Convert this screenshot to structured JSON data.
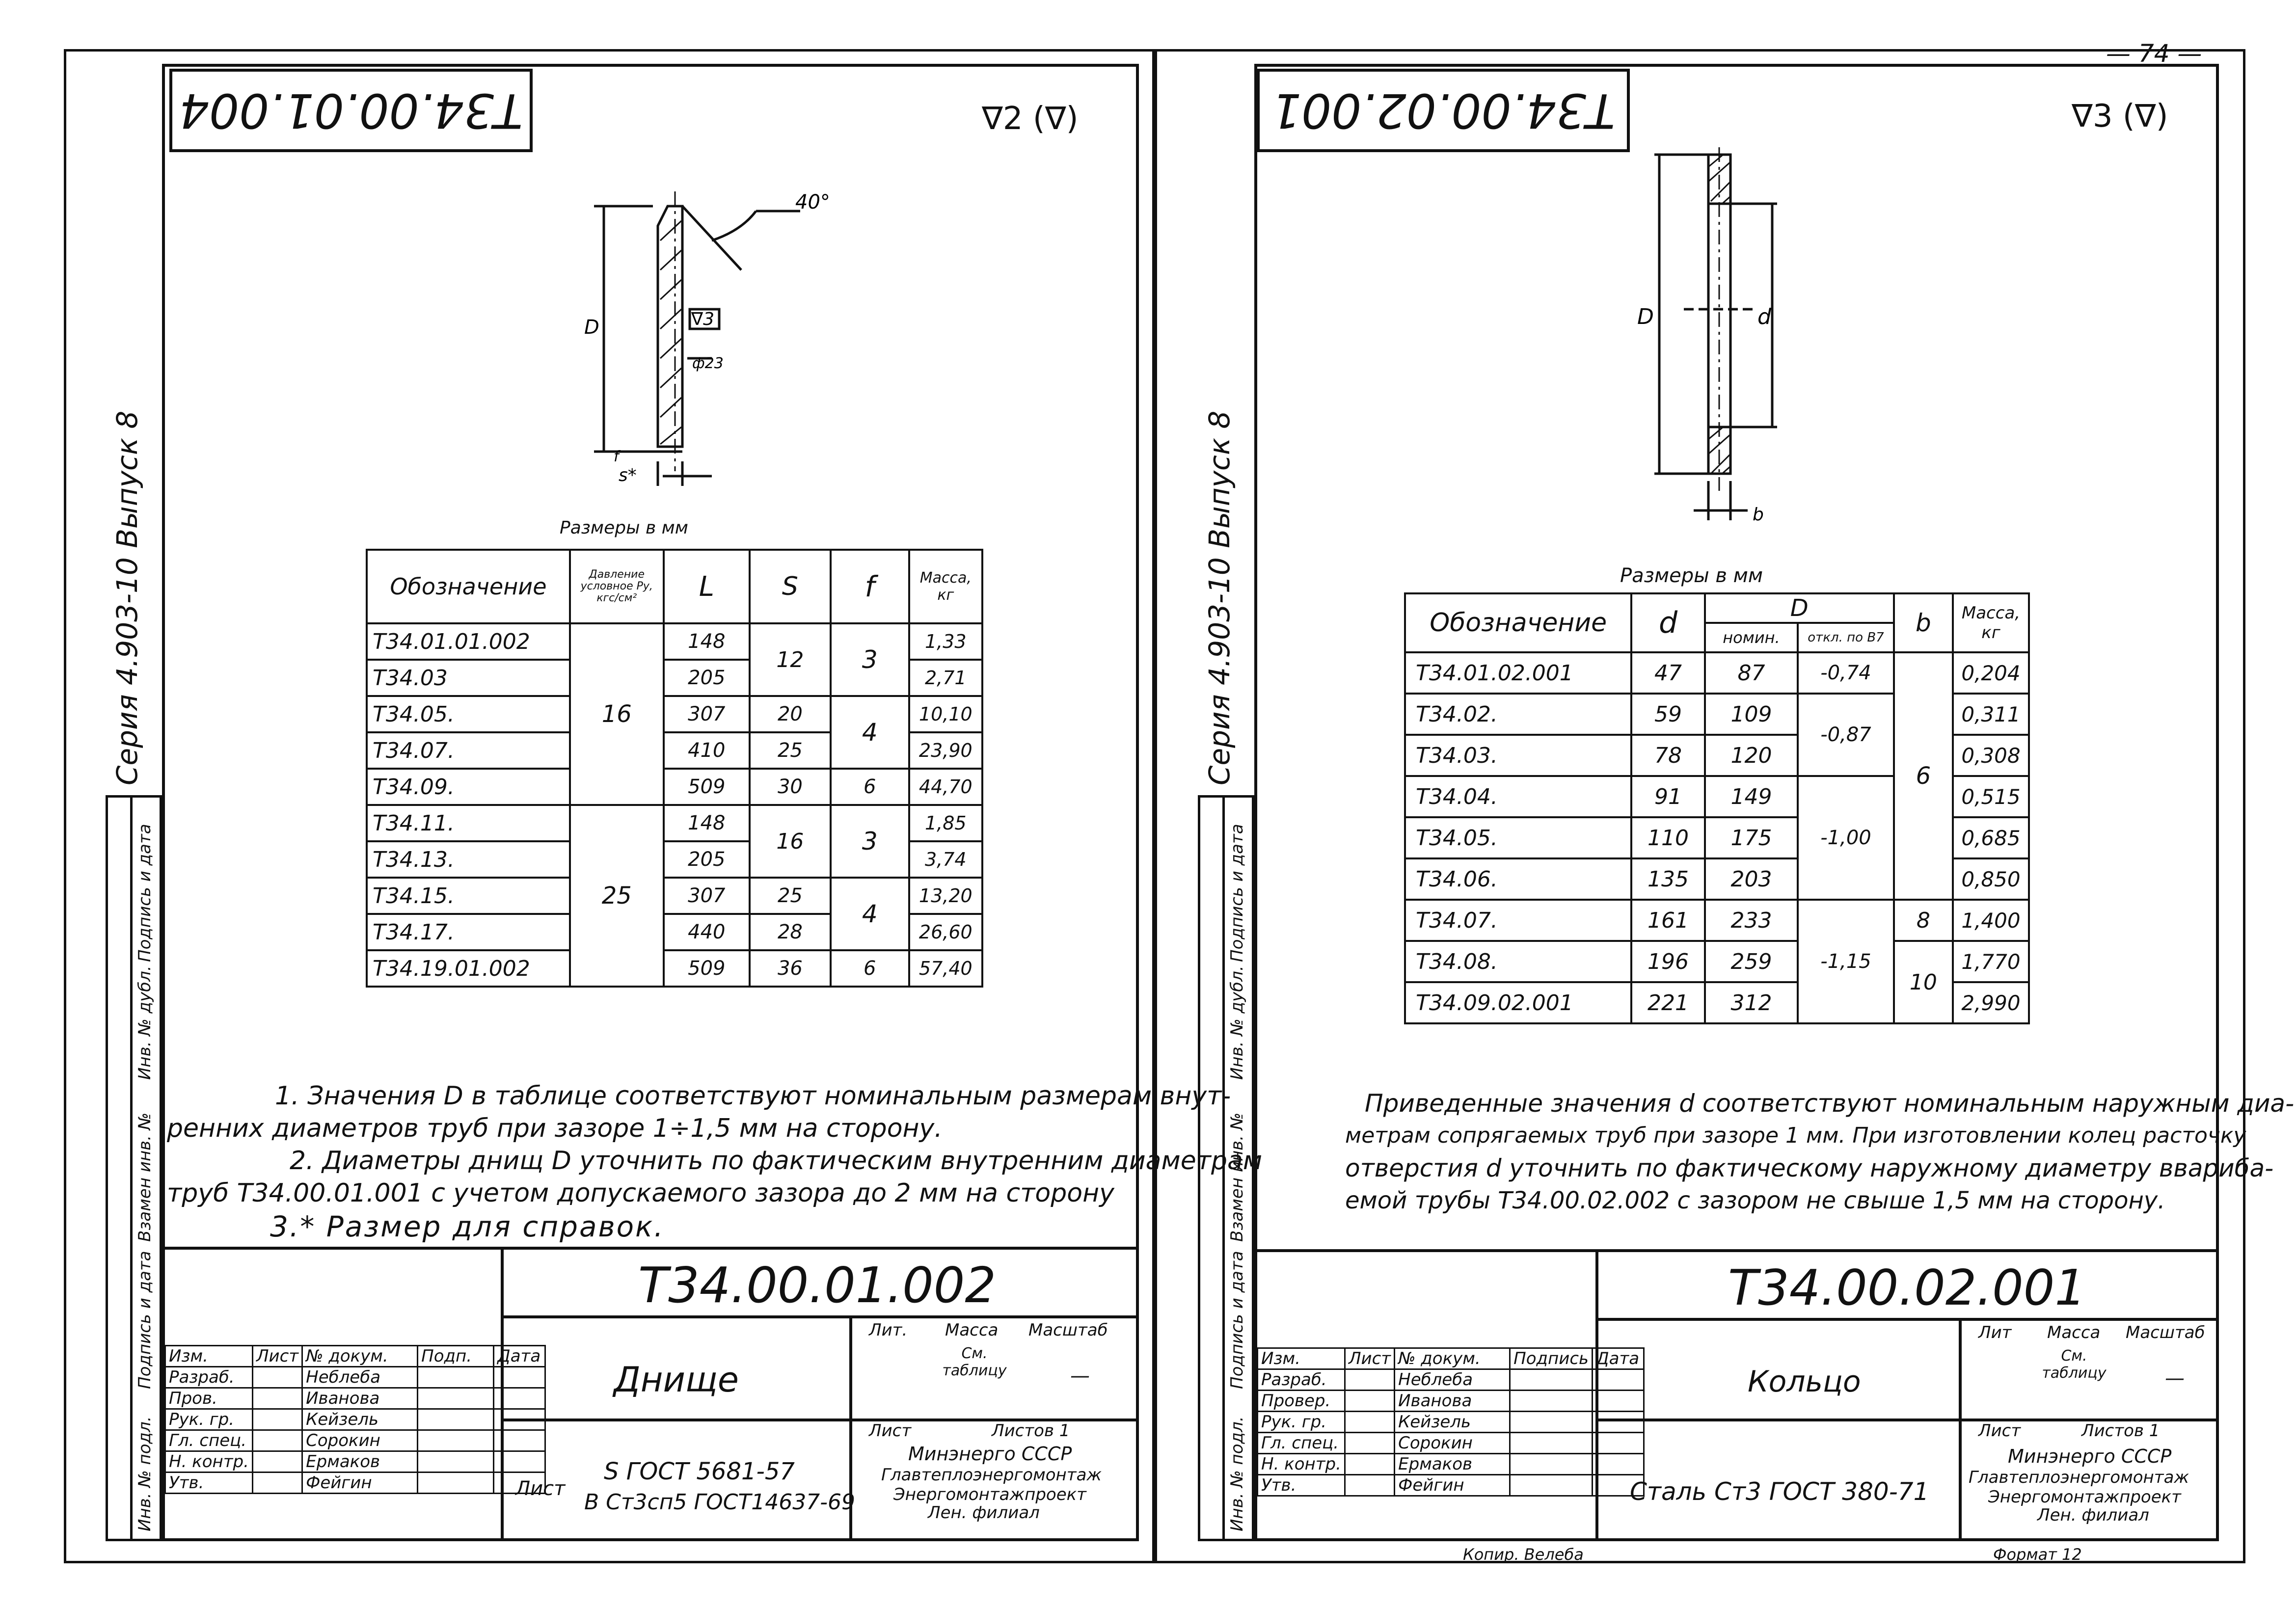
{
  "page_number": "— 74 —",
  "left": {
    "stamp_code": "Т34.00.01.004",
    "roughness": "∇2 (∇)",
    "drawing": {
      "angle": "40°",
      "dim_D": "D",
      "finish": "∇3",
      "bevel": "ф23",
      "dim_s": "s*",
      "dim_f": "f"
    },
    "sizes_label": "Размеры в мм",
    "series": "Серия 4.903-10   Выпуск 8",
    "table": {
      "headers": [
        "Обозначение",
        "Давление условное Ру, кгс/см²",
        "L",
        "S",
        "f",
        "Масса, кг"
      ],
      "rows": [
        [
          "Т34.01.01.002",
          "148",
          "1,33"
        ],
        [
          "Т34.03",
          "205",
          "2,71"
        ],
        [
          "Т34.05.",
          "307",
          "10,10"
        ],
        [
          "Т34.07.",
          "410",
          "23,90"
        ],
        [
          "Т34.09.",
          "509",
          "44,70"
        ],
        [
          "Т34.11.",
          "148",
          "1,85"
        ],
        [
          "Т34.13.",
          "205",
          "3,74"
        ],
        [
          "Т34.15.",
          "307",
          "13,20"
        ],
        [
          "Т34.17.",
          "440",
          "26,60"
        ],
        [
          "Т34.19.01.002",
          "509",
          "57,40"
        ]
      ],
      "pressure": [
        "16",
        "25"
      ],
      "s_values": [
        "12",
        "20",
        "25",
        "30",
        "16",
        "25",
        "28",
        "36"
      ],
      "f_values": [
        "3",
        "4",
        "6",
        "3",
        "4",
        "6"
      ]
    },
    "notes": [
      "1. Значения D в таблице соответствуют номинальным размерам внут-",
      "ренних диаметров труб при зазоре 1÷1,5 мм на сторону.",
      "2. Диаметры днищ D уточнить по фактическим внутренним диаметрам",
      "труб Т34.00.01.001 с учетом допускаемого зазора до 2 мм на сторону",
      "3.* Размер для справок."
    ],
    "title_block": {
      "code": "Т34.00.01.002",
      "name": "Днище",
      "lit": "Лит.",
      "mass": "Масса",
      "scale": "Масштаб",
      "mass_value": "См. таблицу",
      "scale_value": "—",
      "sheet": "Лист",
      "sheets": "Листов 1",
      "material_label": "Лист",
      "material_1": "S ГОСТ 5681-57",
      "material_2": "В Ст3сп5 ГОСТ14637-69",
      "org": [
        "Минэнерго СССР",
        "Главтеплоэнергомонтаж",
        "Энергомонтажпроект",
        "Лен. филиал"
      ],
      "roles": [
        [
          "Изм.",
          "Лист",
          "№ докум.",
          "Подп.",
          "Дата"
        ],
        [
          "Разраб.",
          "",
          "Неблеба",
          "",
          ""
        ],
        [
          "Пров.",
          "",
          "Иванова",
          "",
          ""
        ],
        [
          "Рук. гр.",
          "",
          "Кейзель",
          "",
          ""
        ],
        [
          "Гл. спец.",
          "",
          "Сорокин",
          "",
          ""
        ],
        [
          "Н. контр.",
          "",
          "Ермаков",
          "",
          ""
        ],
        [
          "Утв.",
          "",
          "Фейгин",
          "",
          ""
        ]
      ]
    },
    "side_labels": [
      "Инв. № подл.",
      "Подпись и дата",
      "Взамен инв. №",
      "Инв. № дубл.",
      "Подпись и дата"
    ]
  },
  "right": {
    "stamp_code": "Т34.00.02.001",
    "roughness": "∇3 (∇)",
    "drawing": {
      "dim_D": "D",
      "dim_d": "d",
      "dim_b": "b"
    },
    "sizes_label": "Размеры в мм",
    "series": "Серия 4.903-10   Выпуск 8",
    "table": {
      "headers": [
        "Обозначение",
        "d",
        "D",
        "номин.",
        "откл. по В7",
        "b",
        "Масса, кг"
      ],
      "rows": [
        [
          "Т34.01.02.001",
          "47",
          "87",
          "0,204"
        ],
        [
          "Т34.02.",
          "59",
          "109",
          "0,311"
        ],
        [
          "Т34.03.",
          "78",
          "120",
          "0,308"
        ],
        [
          "Т34.04.",
          "91",
          "149",
          "0,515"
        ],
        [
          "Т34.05.",
          "110",
          "175",
          "0,685"
        ],
        [
          "Т34.06.",
          "135",
          "203",
          "0,850"
        ],
        [
          "Т34.07.",
          "161",
          "233",
          "1,400"
        ],
        [
          "Т34.08.",
          "196",
          "259",
          "1,770"
        ],
        [
          "Т34.09.02.001",
          "221",
          "312",
          "2,990"
        ]
      ],
      "tolerances": [
        "-0,74",
        "-0,87",
        "-1,00",
        "-1,15"
      ],
      "b_values": [
        "6",
        "8",
        "10"
      ]
    },
    "notes": [
      "Приведенные значения d соответствуют номинальным наружным диа-",
      "метрам сопрягаемых труб при зазоре 1 мм. При изготовлении колец расточку",
      "отверстия d уточнить по фактическому наружному диаметру ввариба-",
      "емой трубы Т34.00.02.002 с зазором не свыше 1,5 мм на сторону."
    ],
    "title_block": {
      "code": "Т34.00.02.001",
      "name": "Кольцо",
      "lit": "Лит",
      "mass": "Масса",
      "scale": "Масштаб",
      "mass_value": "См. таблицу",
      "scale_value": "—",
      "sheet": "Лист",
      "sheets": "Листов 1",
      "material": "Сталь Ст3 ГОСТ 380-71",
      "org": [
        "Минэнерго СССР",
        "Главтеплоэнергомонтаж",
        "Энергомонтажпроект",
        "Лен. филиал"
      ],
      "roles": [
        [
          "Изм.",
          "Лист",
          "№ докум.",
          "Подпись",
          "Дата"
        ],
        [
          "Разраб.",
          "",
          "Неблеба",
          "",
          ""
        ],
        [
          "Провер.",
          "",
          "Иванова",
          "",
          ""
        ],
        [
          "Рук. гр.",
          "",
          "Кейзель",
          "",
          ""
        ],
        [
          "Гл. спец.",
          "",
          "Сорокин",
          "",
          ""
        ],
        [
          "Н. контр.",
          "",
          "Ермаков",
          "",
          ""
        ],
        [
          "Утв.",
          "",
          "Фейгин",
          "",
          ""
        ]
      ],
      "copied": "Копир. Велеба",
      "format": "Формат 12"
    },
    "side_labels": [
      "Инв. № подл.",
      "Подпись и дата",
      "Взамен инв. №",
      "Инв. № дубл.",
      "Подпись и дата"
    ]
  }
}
